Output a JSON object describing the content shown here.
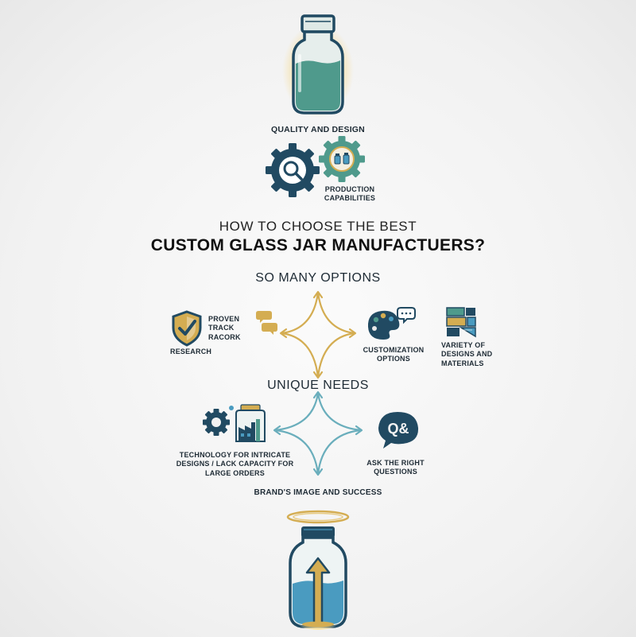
{
  "top": {
    "quality_label": "QUALITY AND DESIGN",
    "production_label": "PRODUCTION CAPABILITIES"
  },
  "title": {
    "line1": "HOW TO CHOOSE THE BEST",
    "line2": "CUSTOM GLASS JAR MANUFACTUERS?"
  },
  "section1": {
    "heading": "SO MANY OPTIONS",
    "proven": "PROVEN TRACK RACORK",
    "research": "RESEARCH",
    "customization": "CUSTOMIZATION OPTIONS",
    "variety": "VARIETY OF DESIGNS AND MATERIALS"
  },
  "section2": {
    "heading": "UNIQUE NEEDS",
    "technology": "TECHNOLOGY FOR INTRICATE DESIGNS / LACK CAPACITY FOR LARGE ORDERS",
    "ask": "ASK THE RIGHT QUESTIONS",
    "qa_icon_text": "Q&"
  },
  "bottom": {
    "brand_label": "BRAND'S IMAGE AND SUCCESS"
  },
  "colors": {
    "navy": "#214a62",
    "teal": "#4f9a8c",
    "gold": "#d4ad52",
    "blue": "#4a9bc0",
    "cyan": "#6aaebc"
  }
}
